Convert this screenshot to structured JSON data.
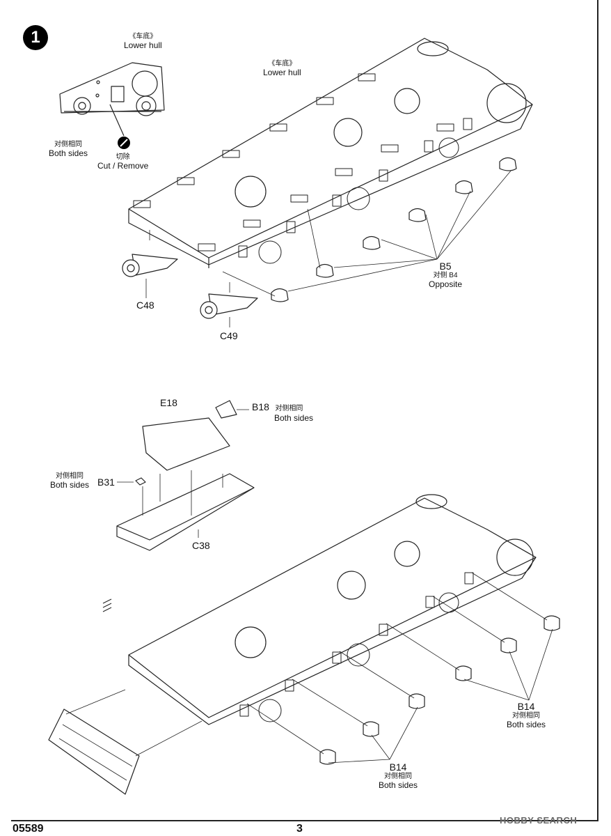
{
  "step": {
    "number": "1"
  },
  "labels": {
    "lower_hull_inset": {
      "cn": "《车底》",
      "en": "Lower hull"
    },
    "lower_hull_main": {
      "cn": "《车底》",
      "en": "Lower hull"
    },
    "both_sides_inset": {
      "cn": "对侧相同",
      "en": "Both sides"
    },
    "cut_remove": {
      "cn": "切除",
      "en": "Cut / Remove"
    },
    "b5": {
      "part": "B5",
      "cn": "对侧 B4",
      "en": "Opposite"
    },
    "c48": "C48",
    "c49": "C49",
    "e18": "E18",
    "b18": {
      "part": "B18",
      "cn": "对侧相同",
      "en": "Both sides"
    },
    "b31": {
      "part": "B31",
      "cn": "对侧相同",
      "en": "Both sides"
    },
    "c38": "C38",
    "b14_right": {
      "part": "B14",
      "cn": "对侧相同",
      "en": "Both sides"
    },
    "b14_bottom": {
      "part": "B14",
      "cn": "对侧相同",
      "en": "Both sides"
    }
  },
  "footer": {
    "code": "05589",
    "page": "3"
  },
  "watermark": "HOBBY SEARCH"
}
